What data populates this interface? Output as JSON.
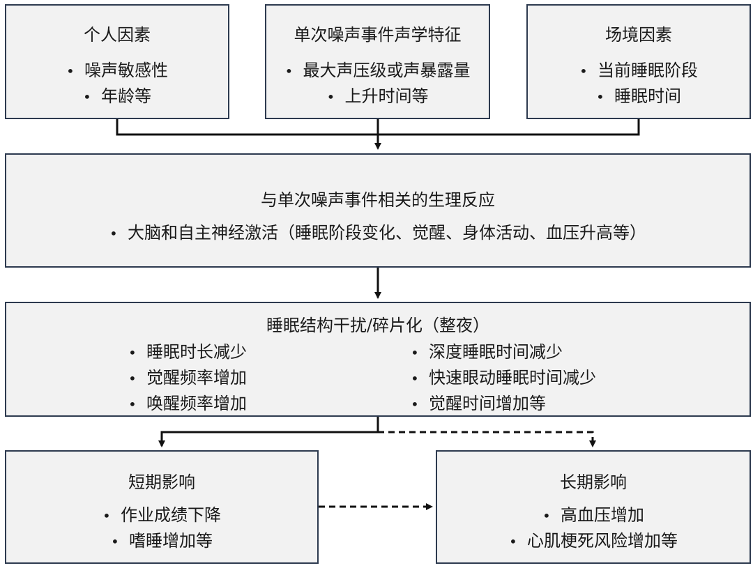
{
  "boxes": {
    "personal": {
      "title": "个人因素",
      "items": [
        "噪声敏感性",
        "年龄等"
      ]
    },
    "acoustic": {
      "title": "单次噪声事件声学特征",
      "items": [
        "最大声压级或声暴露量",
        "上升时间等"
      ]
    },
    "situational": {
      "title": "场境因素",
      "items": [
        "当前睡眠阶段",
        "睡眠时间"
      ]
    },
    "reaction": {
      "title": "与单次噪声事件相关的生理反应",
      "items": [
        "大脑和自主神经激活（睡眠阶段变化、觉醒、身体活动、血压升高等）"
      ]
    },
    "structure": {
      "title": "睡眠结构干扰/碎片化（整夜）",
      "items_left": [
        "睡眠时长减少",
        "觉醒频率增加",
        "唤醒频率增加"
      ],
      "items_right": [
        "深度睡眠时间减少",
        "快速眼动睡眠时间减少",
        "觉醒时间增加等"
      ]
    },
    "short_term": {
      "title": "短期影响",
      "items": [
        "作业成绩下降",
        "嗜睡增加等"
      ]
    },
    "long_term": {
      "title": "长期影响",
      "items": [
        "高血压增加",
        "心肌梗死风险增加等"
      ]
    }
  }
}
